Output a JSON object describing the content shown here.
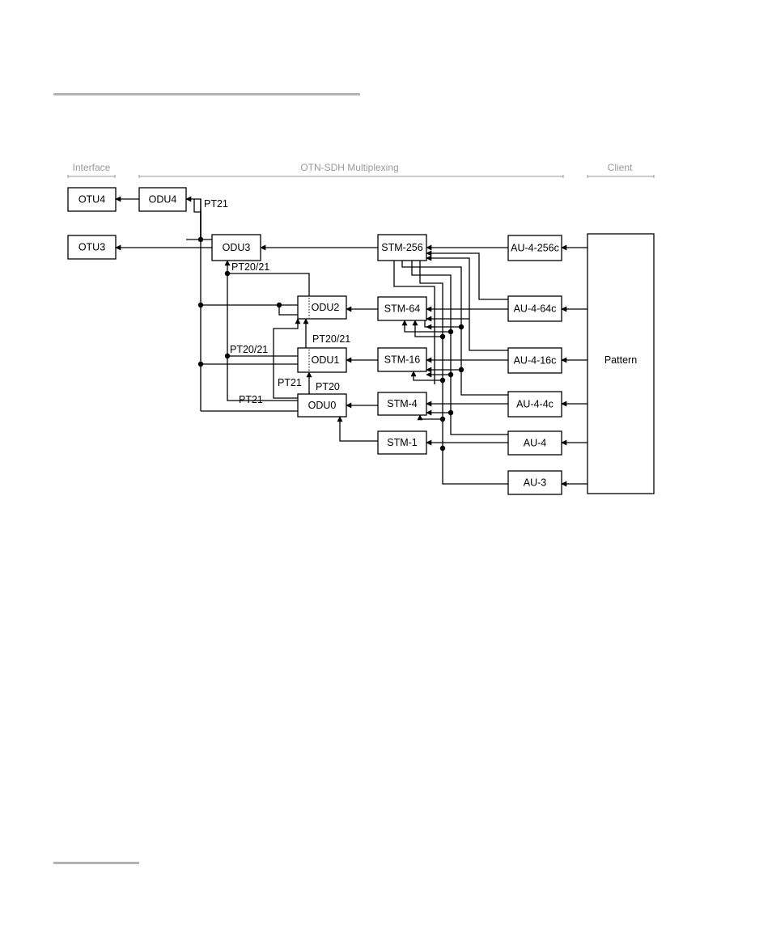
{
  "headers": {
    "interface": "Interface",
    "multiplexing": "OTN-SDH Multiplexing",
    "client": "Client"
  },
  "boxes": {
    "otu4": "OTU4",
    "odu4": "ODU4",
    "otu3": "OTU3",
    "odu3": "ODU3",
    "odu2": "ODU2",
    "odu1": "ODU1",
    "odu0": "ODU0",
    "stm256": "STM-256",
    "stm64": "STM-64",
    "stm16": "STM-16",
    "stm4": "STM-4",
    "stm1": "STM-1",
    "au4_256c": "AU-4-256c",
    "au4_64c": "AU-4-64c",
    "au4_16c": "AU-4-16c",
    "au4_4c": "AU-4-4c",
    "au4": "AU-4",
    "au3": "AU-3",
    "pattern": "Pattern"
  },
  "labels": {
    "pt21_odu4": "PT21",
    "pt2021_odu3": "PT20/21",
    "pt2021_odu2": "PT20/21",
    "pt2021_odu1": "PT20/21",
    "pt21_odu1": "PT21",
    "pt20_odu1": "PT20",
    "pt21_odu0": "PT21"
  }
}
